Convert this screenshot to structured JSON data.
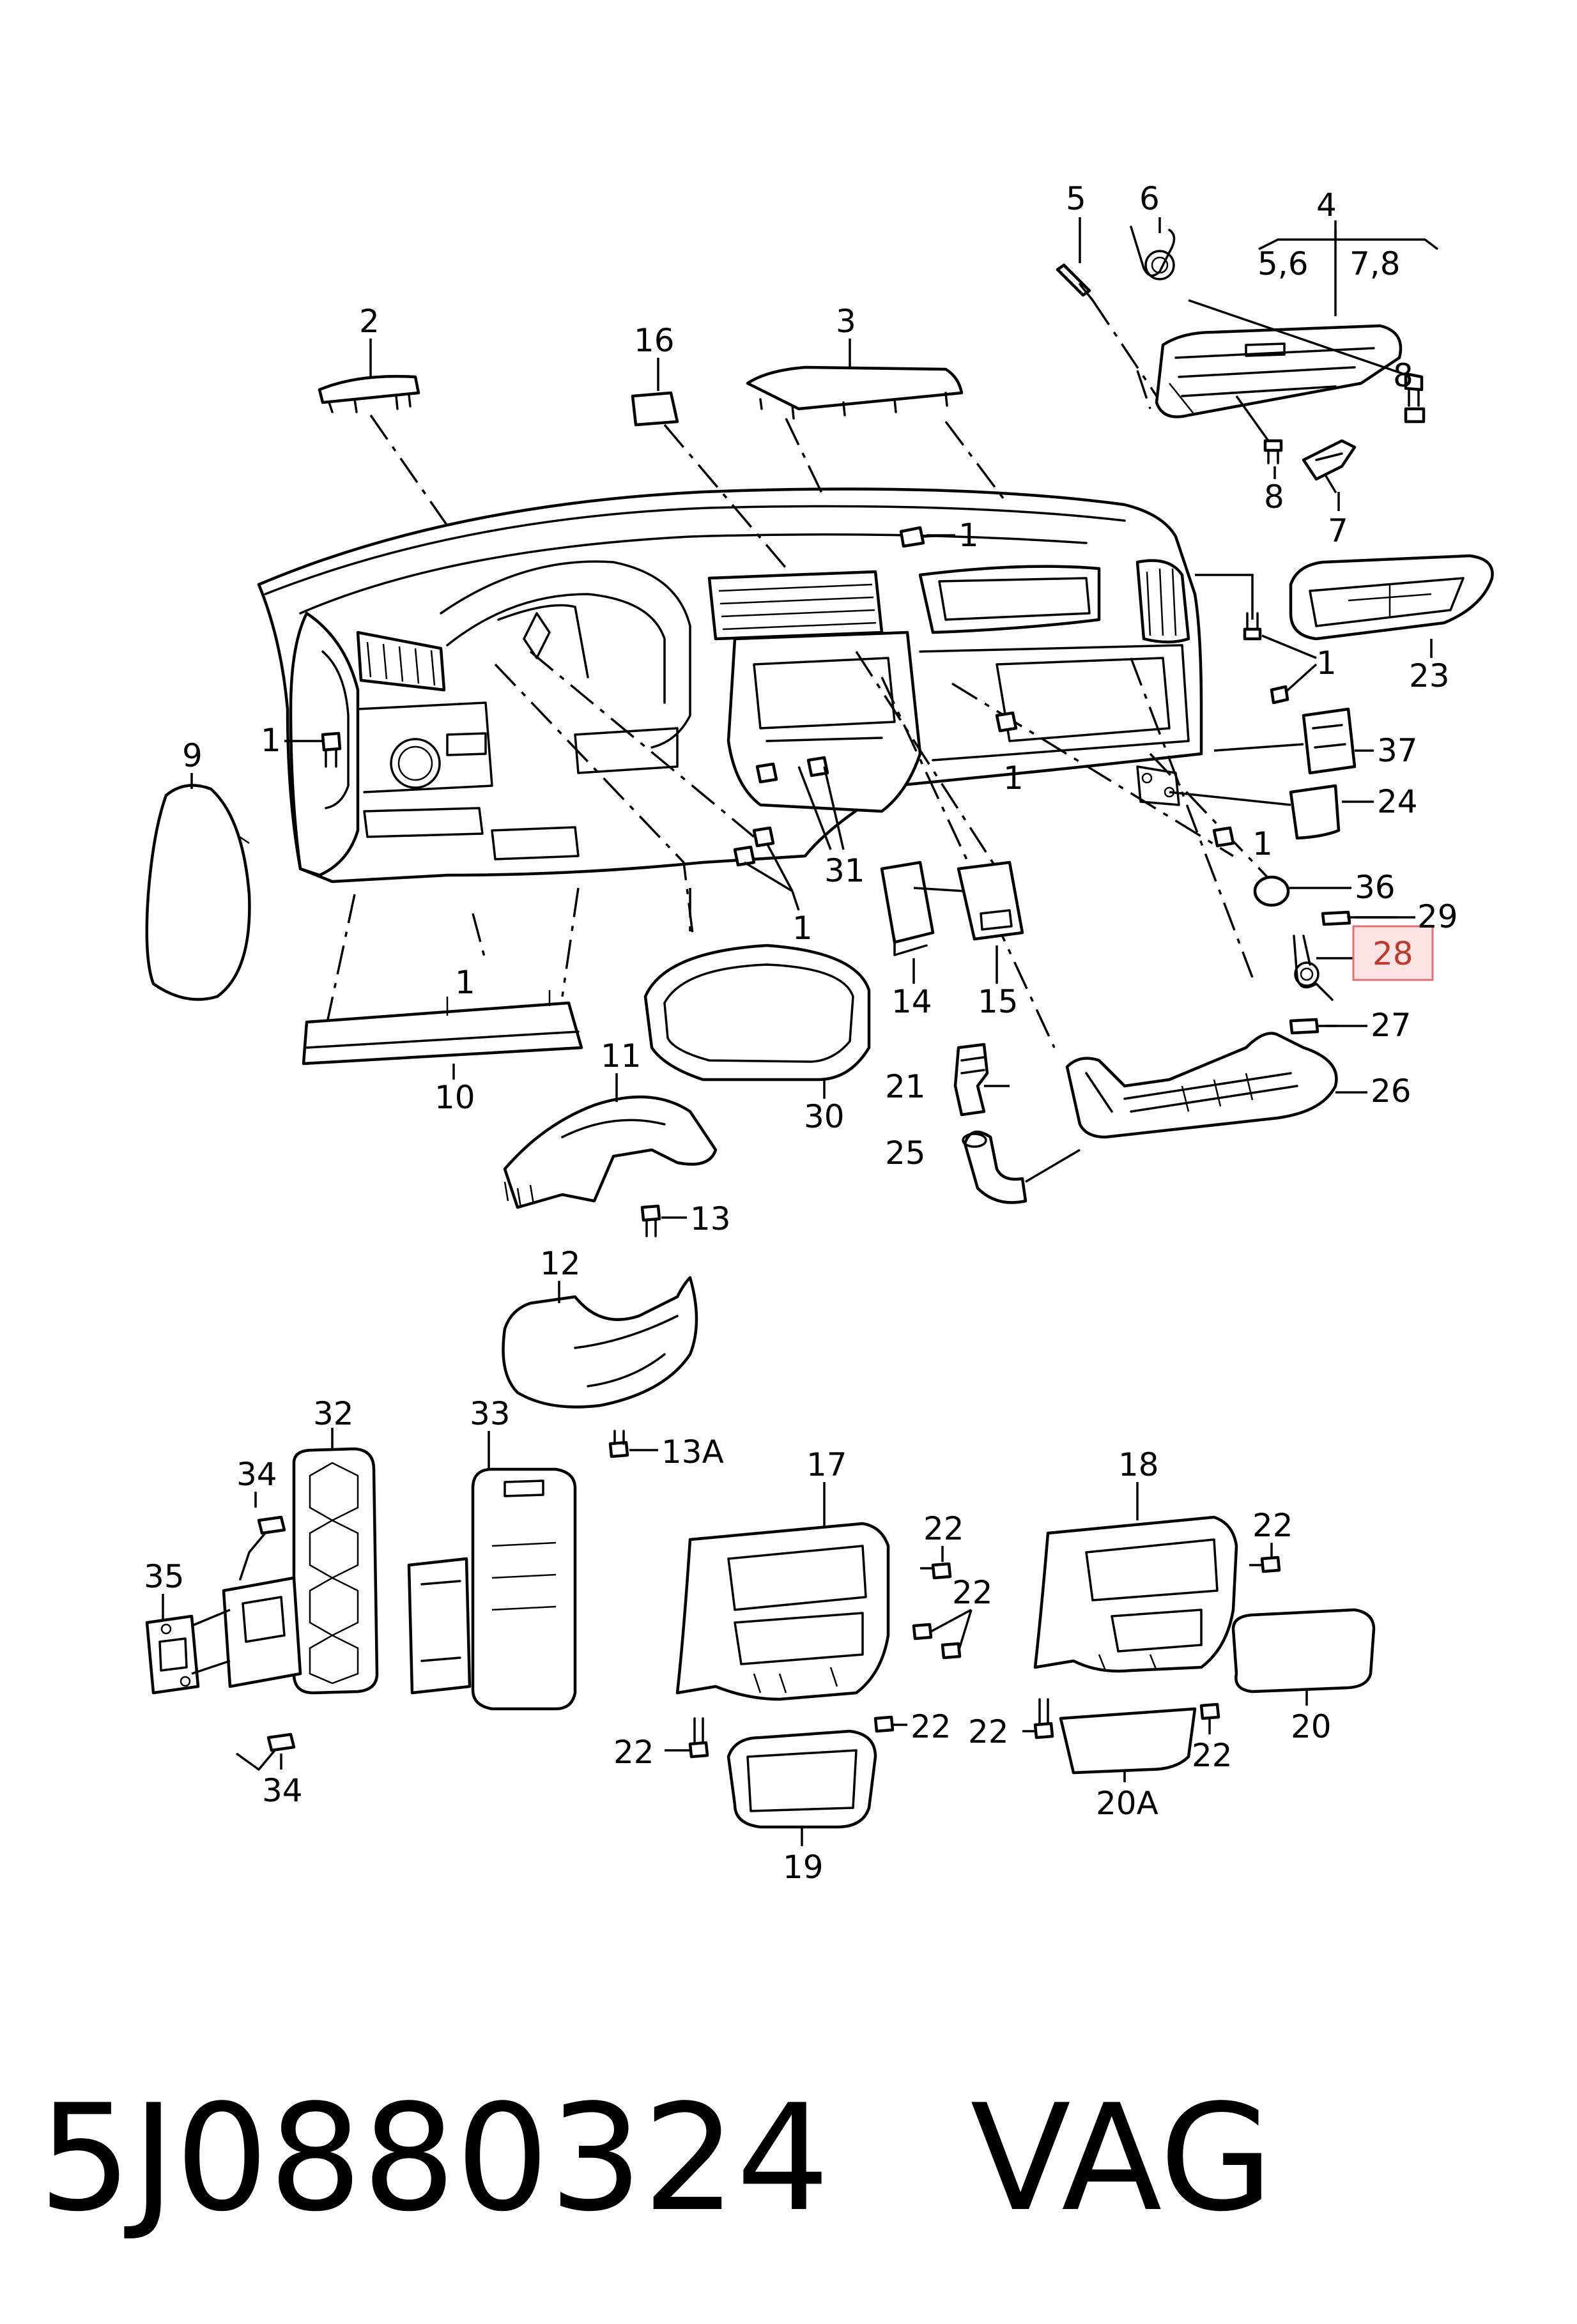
{
  "diagram": {
    "callouts": [
      {
        "id": "c5",
        "label": "5"
      },
      {
        "id": "c6",
        "label": "6"
      },
      {
        "id": "c4",
        "label": "4"
      },
      {
        "id": "c4a",
        "label": "5,6"
      },
      {
        "id": "c4b",
        "label": "7,8"
      },
      {
        "id": "c2",
        "label": "2"
      },
      {
        "id": "c16",
        "label": "16"
      },
      {
        "id": "c3",
        "label": "3"
      },
      {
        "id": "c8a",
        "label": "8"
      },
      {
        "id": "c8b",
        "label": "8"
      },
      {
        "id": "c7",
        "label": "7"
      },
      {
        "id": "c1a",
        "label": "1"
      },
      {
        "id": "c23",
        "label": "23"
      },
      {
        "id": "c1b",
        "label": "1"
      },
      {
        "id": "c9",
        "label": "9"
      },
      {
        "id": "c1c",
        "label": "1"
      },
      {
        "id": "c37",
        "label": "37"
      },
      {
        "id": "c1d",
        "label": "1"
      },
      {
        "id": "c24",
        "label": "24"
      },
      {
        "id": "c1e",
        "label": "1"
      },
      {
        "id": "c31",
        "label": "31"
      },
      {
        "id": "c1f",
        "label": "1"
      },
      {
        "id": "c36",
        "label": "36"
      },
      {
        "id": "c29",
        "label": "29"
      },
      {
        "id": "c1g",
        "label": "1"
      },
      {
        "id": "c14",
        "label": "14"
      },
      {
        "id": "c15",
        "label": "15"
      },
      {
        "id": "c27",
        "label": "27"
      },
      {
        "id": "c26",
        "label": "26"
      },
      {
        "id": "c10",
        "label": "10"
      },
      {
        "id": "c11",
        "label": "11"
      },
      {
        "id": "c30",
        "label": "30"
      },
      {
        "id": "c21",
        "label": "21"
      },
      {
        "id": "c25",
        "label": "25"
      },
      {
        "id": "c13",
        "label": "13"
      },
      {
        "id": "c12",
        "label": "12"
      },
      {
        "id": "c13A",
        "label": "13A"
      },
      {
        "id": "c32",
        "label": "32"
      },
      {
        "id": "c33",
        "label": "33"
      },
      {
        "id": "c34a",
        "label": "34"
      },
      {
        "id": "c35",
        "label": "35"
      },
      {
        "id": "c34b",
        "label": "34"
      },
      {
        "id": "c17",
        "label": "17"
      },
      {
        "id": "c22a",
        "label": "22"
      },
      {
        "id": "c22b",
        "label": "22"
      },
      {
        "id": "c22c",
        "label": "22"
      },
      {
        "id": "c22d",
        "label": "22"
      },
      {
        "id": "c19",
        "label": "19"
      },
      {
        "id": "c18",
        "label": "18"
      },
      {
        "id": "c22e",
        "label": "22"
      },
      {
        "id": "c22f",
        "label": "22"
      },
      {
        "id": "c22g",
        "label": "22"
      },
      {
        "id": "c20",
        "label": "20"
      },
      {
        "id": "c20A",
        "label": "20A"
      }
    ],
    "highlighted": {
      "label": "28",
      "color": "#c0392b",
      "box_color": "#fbe3e3"
    }
  },
  "footer": {
    "part_number": "5J0880324",
    "brand": "VAG"
  }
}
